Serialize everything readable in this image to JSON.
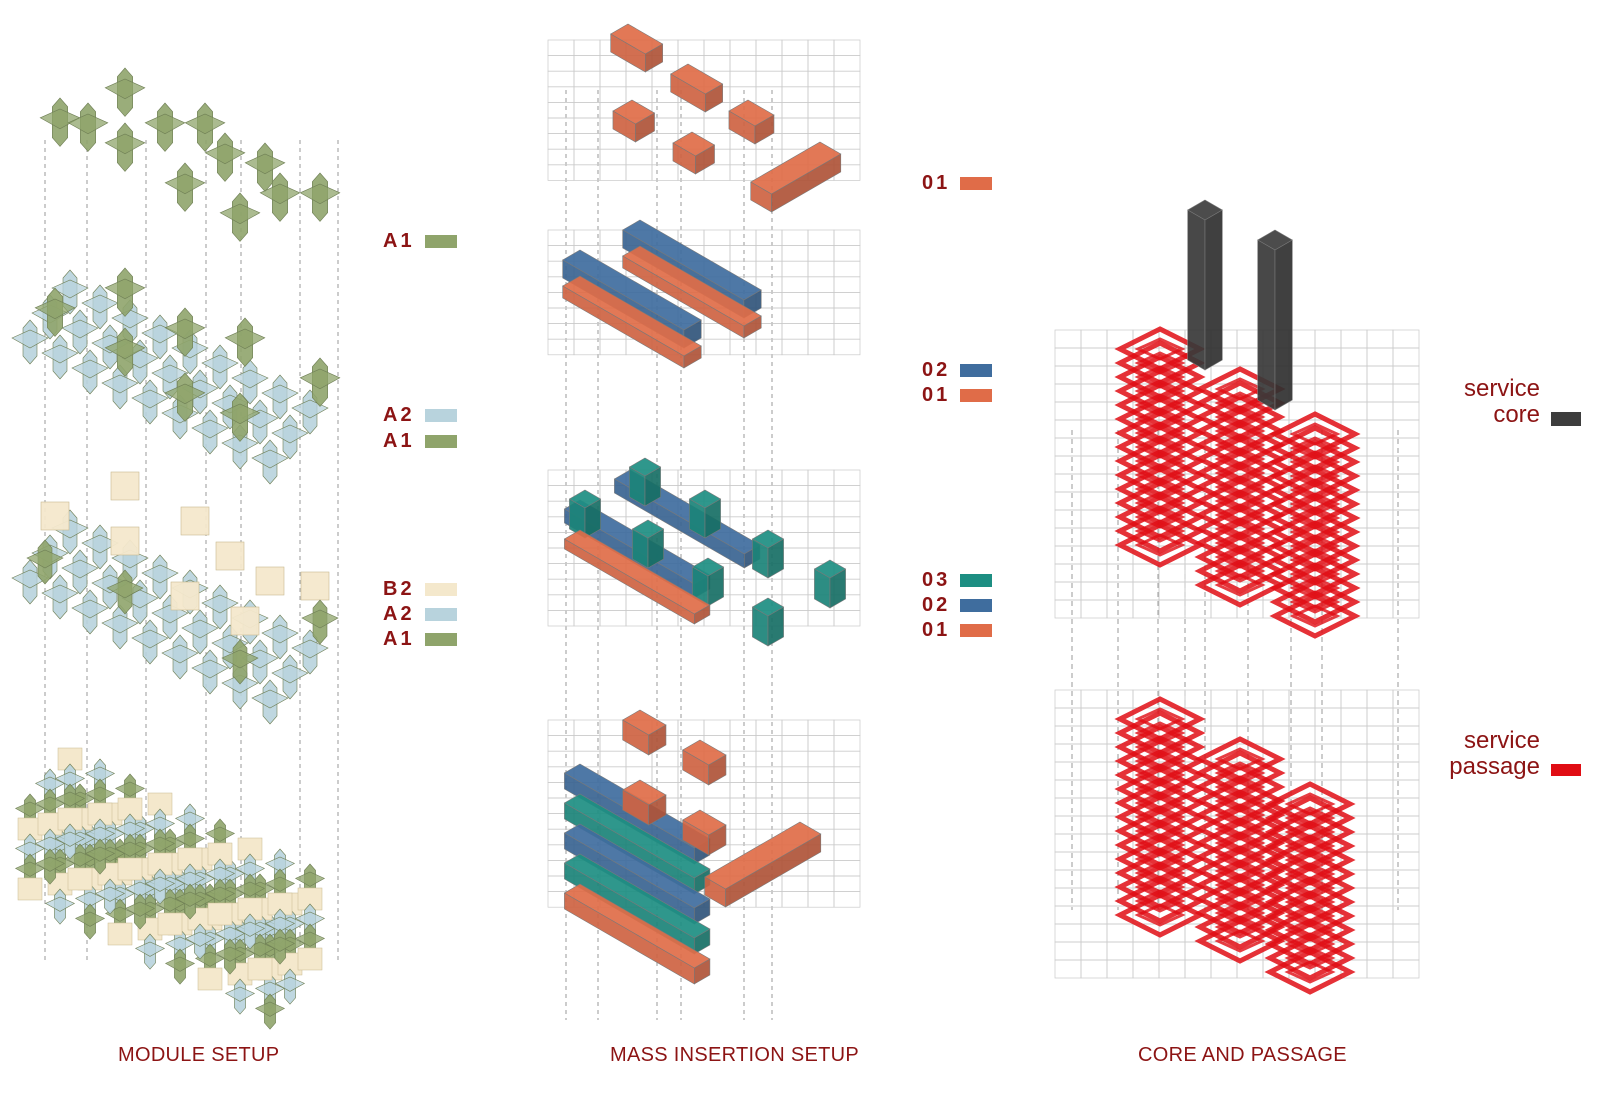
{
  "colors": {
    "A1": "#8fa46b",
    "A2": "#b8d3dd",
    "B2": "#f4e8cc",
    "mass01": "#e06c48",
    "mass02": "#3f6d9e",
    "mass03": "#1d8e82",
    "core": "#3d3d3d",
    "passage": "#e00d14",
    "label": "#8c1414",
    "grid": "#c9c9c9"
  },
  "module": {
    "caption": "MODULE SETUP",
    "layers": [
      {
        "legend": [
          "A1"
        ]
      },
      {
        "legend": [
          "A2",
          "A1"
        ]
      },
      {
        "legend": [
          "B2",
          "A2",
          "A1"
        ]
      },
      {
        "legend": []
      }
    ]
  },
  "mass": {
    "caption": "MASS INSERTION SETUP",
    "layers": [
      {
        "legend": [
          "01"
        ]
      },
      {
        "legend": [
          "02",
          "01"
        ]
      },
      {
        "legend": [
          "03",
          "02",
          "01"
        ]
      },
      {
        "legend": []
      }
    ]
  },
  "core": {
    "caption": "CORE AND PASSAGE",
    "legend": [
      {
        "line1": "service",
        "line2": "core",
        "icon": "core-swatch"
      },
      {
        "line1": "service",
        "line2": "passage",
        "icon": "passage-swatch"
      }
    ]
  }
}
